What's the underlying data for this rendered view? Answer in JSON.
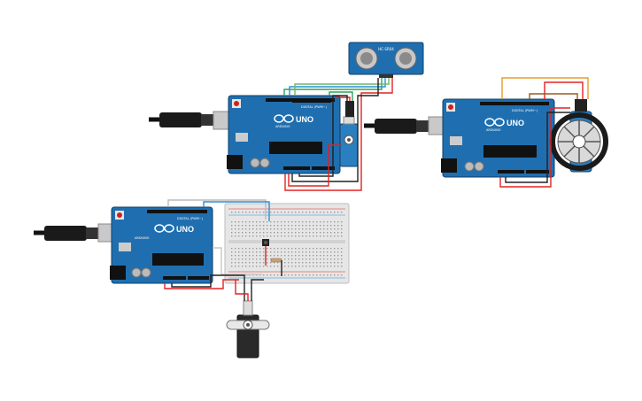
{
  "sensor": {
    "label": "HC-SR04"
  },
  "boards": [
    {
      "brand": "ARDUINO",
      "model": "UNO",
      "header_label": "DIGITAL (PWM~)"
    },
    {
      "brand": "ARDUINO",
      "model": "UNO",
      "header_label": "DIGITAL (PWM~)"
    },
    {
      "brand": "ARDUINO",
      "model": "UNO",
      "header_label": "DIGITAL (PWM~)"
    }
  ],
  "colors": {
    "board": "#1f6fb0",
    "board_dark": "#154f80",
    "wire_red": "#e32222",
    "wire_black": "#222222",
    "wire_green": "#2aa35a",
    "wire_blue": "#2d8fd6",
    "wire_orange": "#e89b2c",
    "wire_brown": "#9b5a20",
    "breadboard": "#e6e6e6"
  }
}
